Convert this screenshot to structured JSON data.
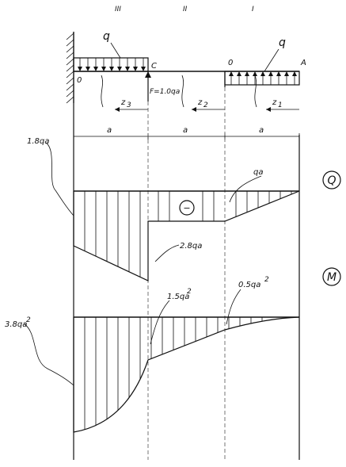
{
  "sections": {
    "section_3": "III",
    "section_2": "II",
    "section_1": "I"
  },
  "loads": {
    "q_left": "q",
    "q_right": "q",
    "point_c": "C",
    "point_a": "A",
    "point_0_left": "0",
    "point_0_right": "0",
    "force_f": "F=1.0qa"
  },
  "coordinates": {
    "z1": "z1",
    "z2": "z2",
    "z3": "z3",
    "z_base": "z",
    "z1_sub": "1",
    "z2_sub": "2",
    "z3_sub": "3"
  },
  "spans": {
    "a1": "a",
    "a2": "a",
    "a3": "a"
  },
  "q_diagram": {
    "label_left": "1.8qa",
    "label_right": "qa",
    "label_minus": "−",
    "label_bottom": "2.8qa",
    "circle_letter": "Q"
  },
  "m_diagram": {
    "label_left": "3.8qa",
    "label_left_exp": "2",
    "label_mid": "1.5qa",
    "label_mid_exp": "2",
    "label_right": "0.5qa",
    "label_right_exp": "2",
    "circle_letter": "M"
  },
  "chart_data": {
    "type": "line",
    "title": "",
    "series": [
      {
        "name": "Q",
        "x": [
          0,
          1,
          1,
          2,
          3
        ],
        "values": [
          -1.8,
          -2.8,
          -1.0,
          -1.0,
          0
        ],
        "unit": "qa"
      },
      {
        "name": "M",
        "x": [
          0,
          1,
          2,
          3
        ],
        "values": [
          -3.8,
          -1.5,
          -0.5,
          0
        ],
        "unit": "qa²"
      }
    ],
    "xlabel": "",
    "ylabel": "",
    "grid": false
  }
}
